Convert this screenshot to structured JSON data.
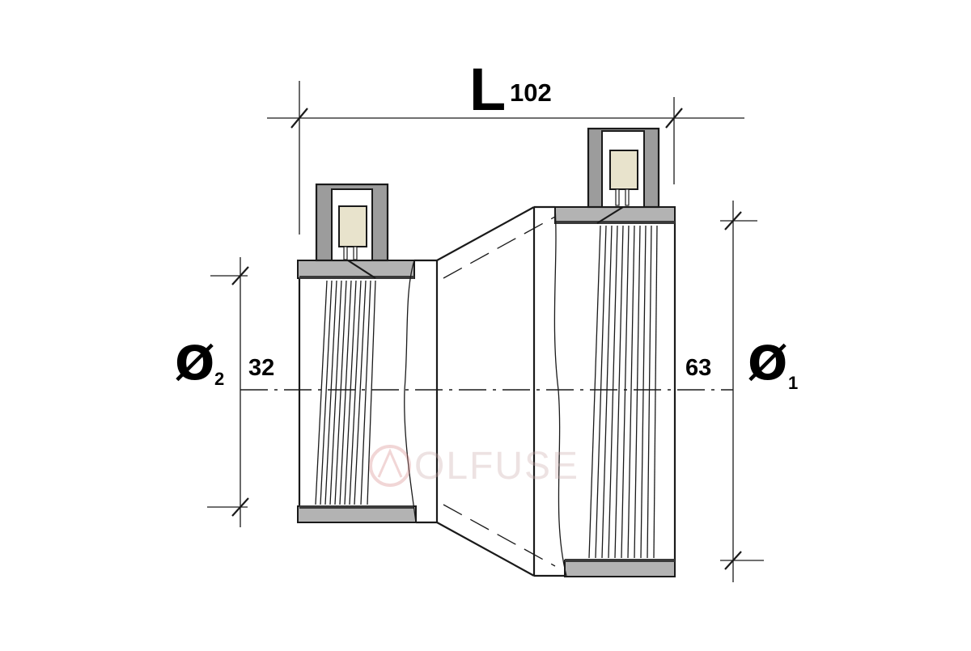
{
  "drawing": {
    "length_symbol": "L",
    "length_value": "102",
    "diameter_2_symbol": "Ø",
    "diameter_2_index": "2",
    "diameter_2_value": "32",
    "diameter_1_symbol": "Ø",
    "diameter_1_index": "1",
    "diameter_1_value": "63"
  },
  "watermark": {
    "brand": "OLFUSE"
  },
  "colors": {
    "line": "#1a1a1a",
    "band_fill": "#b3b3b3",
    "terminal_fill": "#9c9c9c",
    "pin_fill": "#e8e3cc",
    "watermark": "#d6b3b3"
  }
}
